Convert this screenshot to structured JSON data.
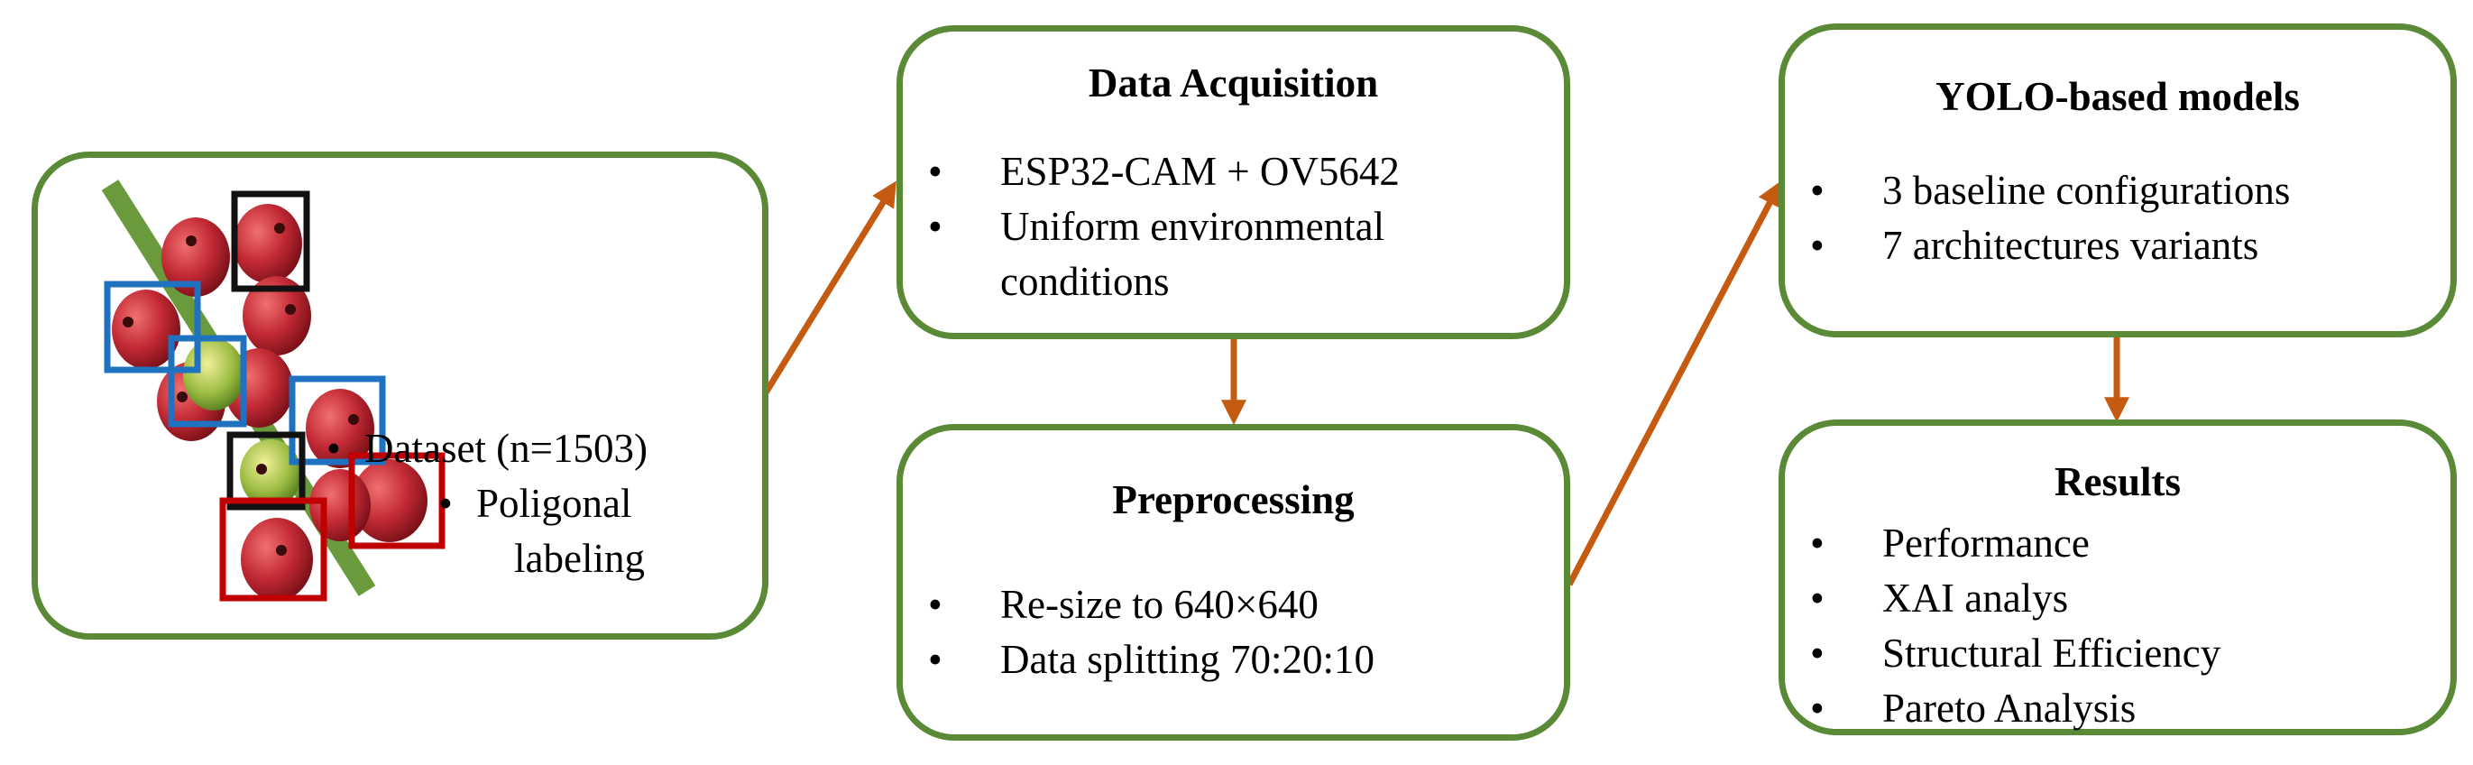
{
  "dataset_panel": {
    "items": [
      "Dataset (n=1503)",
      "Poligonal",
      "labeling"
    ]
  },
  "data_acquisition": {
    "title": "Data Acquisition",
    "items": [
      "ESP32-CAM + OV5642",
      "Uniform environmental",
      "conditions"
    ]
  },
  "preprocessing": {
    "title": "Preprocessing",
    "items": [
      "Re-size to 640×640",
      "Data splitting 70:20:10"
    ]
  },
  "yolo_models": {
    "title": "YOLO-based models",
    "items": [
      "3 baseline configurations",
      "7 architectures variants"
    ]
  },
  "results": {
    "title": "Results",
    "items": [
      "Performance",
      "XAI analys",
      "Structural Efficiency",
      "Pareto Analysis"
    ]
  },
  "colors": {
    "box_border": "#5a8a35",
    "arrow": "#c55a11",
    "stem": "#6a9a3c",
    "berry_red": "#b8222e",
    "berry_green": "#8db43b",
    "bbox_black": "#111111",
    "bbox_blue": "#1f72c0",
    "bbox_red": "#c00000"
  }
}
